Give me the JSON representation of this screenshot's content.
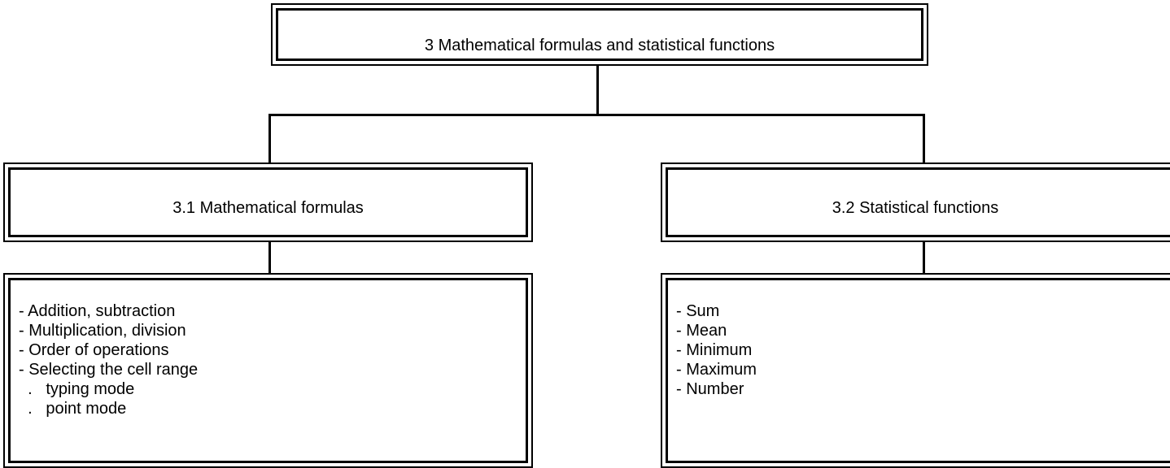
{
  "root": {
    "title": "3  Mathematical formulas and statistical functions"
  },
  "branches": [
    {
      "title": "3.1 Mathematical formulas",
      "items": [
        "- Addition, subtraction",
        "- Multiplication, division",
        "- Order of operations",
        "- Selecting the cell range",
        "  .   typing mode",
        "  .   point mode"
      ]
    },
    {
      "title": "3.2 Statistical functions",
      "items": [
        "- Sum",
        "- Mean",
        "- Minimum",
        "- Maximum",
        "- Number"
      ]
    }
  ]
}
